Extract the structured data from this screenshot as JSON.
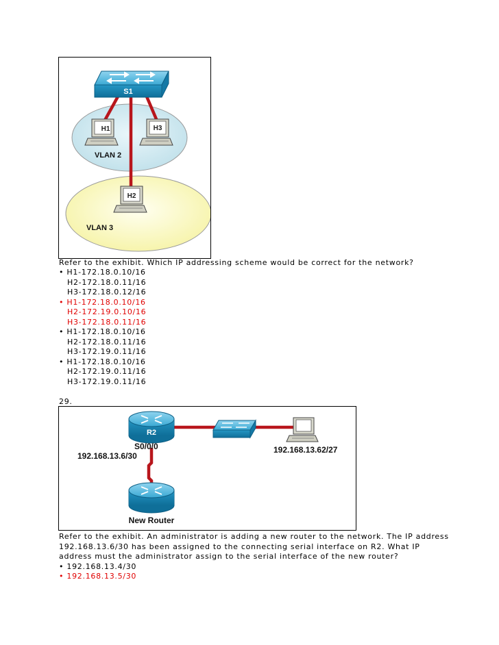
{
  "exhibit1": {
    "switch_label": "S1",
    "host1": "H1",
    "host2": "H2",
    "host3": "H3",
    "vlan2": "VLAN 2",
    "vlan3": "VLAN 3"
  },
  "question28": {
    "text": "Refer to the exhibit. Which IP addressing scheme would be correct for the network?",
    "options": [
      {
        "bullet": "•",
        "lines": [
          "H1-172.18.0.10/16",
          "H2-172.18.0.11/16",
          "H3-172.18.0.12/16"
        ],
        "correct": false
      },
      {
        "bullet": "•",
        "lines": [
          "H1-172.18.0.10/16",
          "H2-172.19.0.10/16",
          "H3-172.18.0.11/16"
        ],
        "correct": true
      },
      {
        "bullet": "•",
        "lines": [
          "H1-172.18.0.10/16",
          "H2-172.18.0.11/16",
          "H3-172.19.0.11/16"
        ],
        "correct": false
      },
      {
        "bullet": "•",
        "lines": [
          "H1-172.18.0.10/16",
          "H2-172.19.0.11/16",
          "H3-172.19.0.11/16"
        ],
        "correct": false
      }
    ]
  },
  "question29": {
    "number": "29.",
    "exhibit": {
      "router_label": "R2",
      "interface": "S0/0/0",
      "r2_ip": "192.168.13.6/30",
      "pc_ip": "192.168.13.62/27",
      "new_router": "New Router"
    },
    "text_lines": [
      "Refer to the exhibit. An administrator is adding a new router to the network. The IP address",
      "192.168.13.6/30 has been assigned to the connecting serial interface on R2. What IP",
      "address must the administrator assign to the serial interface of the new router?"
    ],
    "options": [
      {
        "bullet": "•",
        "text": "192.168.13.4/30",
        "correct": false
      },
      {
        "bullet": "•",
        "text": "192.168.13.5/30",
        "correct": true
      }
    ]
  },
  "colors": {
    "correct": "#e00000",
    "link": "#b8161c",
    "vlan2_fill": "#cfe8ef",
    "vlan3_fill": "#fdfcc8",
    "device_blue": "#2aa3cc"
  }
}
